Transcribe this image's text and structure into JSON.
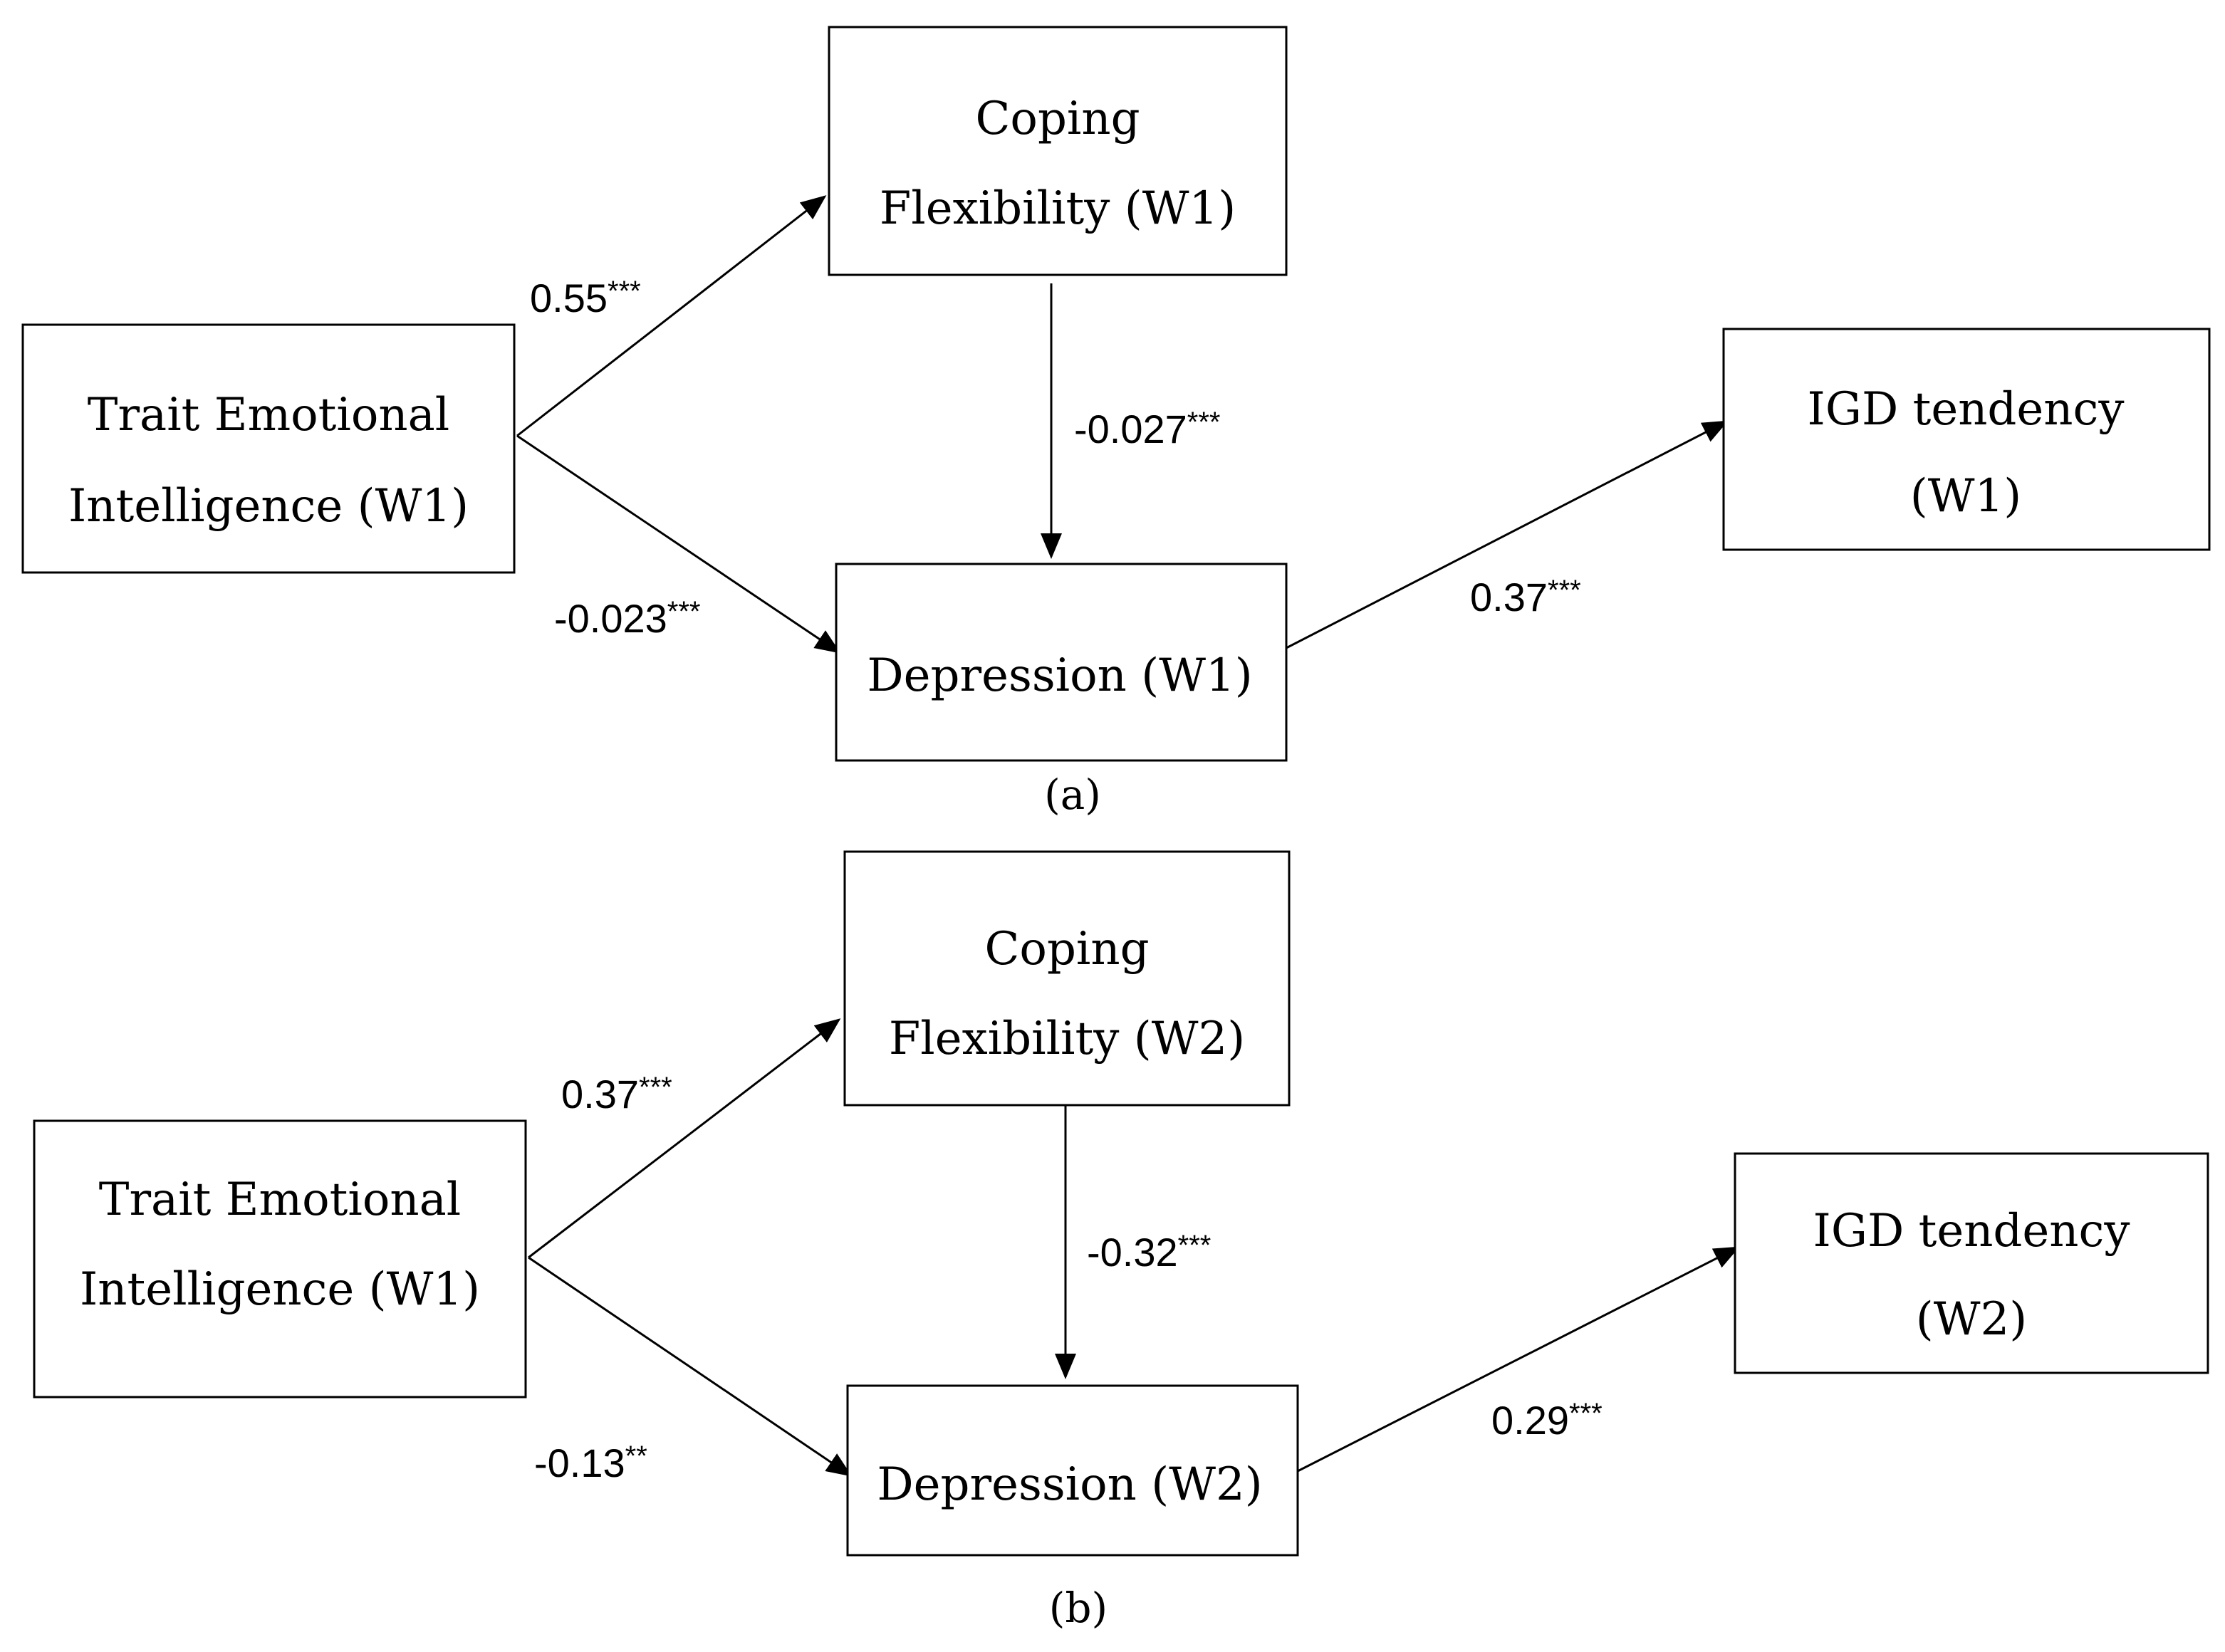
{
  "panels": [
    {
      "caption": "(a)",
      "nodes": {
        "tei": [
          "Trait Emotional",
          "Intelligence (W1)"
        ],
        "coping": [
          "Coping",
          "Flexibility (W1)"
        ],
        "depression": [
          "Depression (W1)"
        ],
        "igd": [
          "IGD tendency",
          "(W1)"
        ]
      },
      "paths": [
        {
          "from": "tei",
          "to": "coping",
          "value": "0.55",
          "sig": "***"
        },
        {
          "from": "tei",
          "to": "depression",
          "value": "-0.023",
          "sig": "***"
        },
        {
          "from": "coping",
          "to": "depression",
          "value": "-0.027",
          "sig": "***"
        },
        {
          "from": "depression",
          "to": "igd",
          "value": "0.37",
          "sig": "***"
        }
      ]
    },
    {
      "caption": "(b)",
      "nodes": {
        "tei": [
          "Trait Emotional",
          "Intelligence (W1)"
        ],
        "coping": [
          "Coping",
          "Flexibility (W2)"
        ],
        "depression": [
          "Depression (W2)"
        ],
        "igd": [
          "IGD tendency",
          "(W2)"
        ]
      },
      "paths": [
        {
          "from": "tei",
          "to": "coping",
          "value": "0.37",
          "sig": "***"
        },
        {
          "from": "tei",
          "to": "depression",
          "value": "-0.13",
          "sig": "**"
        },
        {
          "from": "coping",
          "to": "depression",
          "value": "-0.32",
          "sig": "***"
        },
        {
          "from": "depression",
          "to": "igd",
          "value": "0.29",
          "sig": "***"
        }
      ]
    }
  ]
}
